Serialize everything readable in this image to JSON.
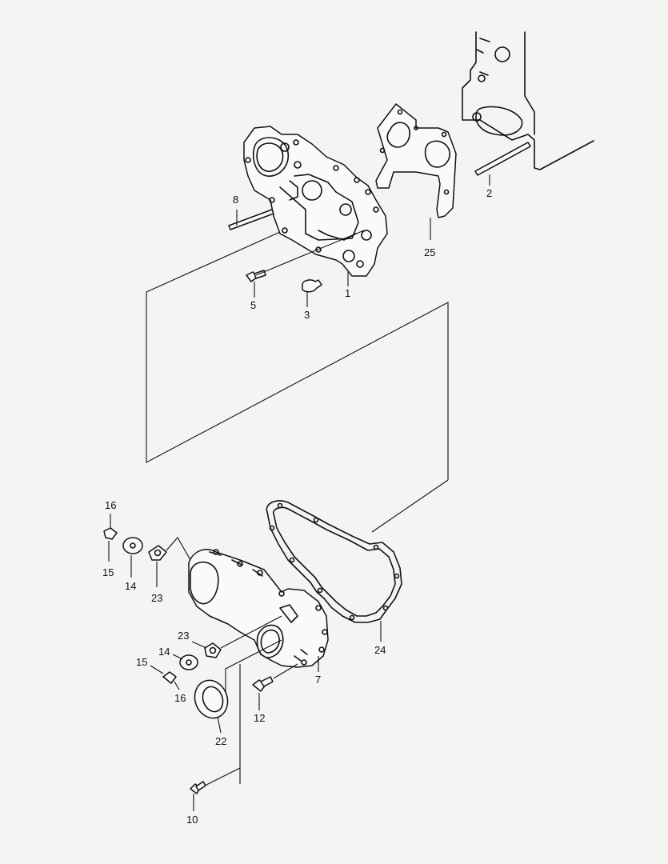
{
  "callouts": [
    {
      "id": "c1",
      "label": "1"
    },
    {
      "id": "c2",
      "label": "2"
    },
    {
      "id": "c3",
      "label": "3"
    },
    {
      "id": "c5",
      "label": "5"
    },
    {
      "id": "c7",
      "label": "7"
    },
    {
      "id": "c8",
      "label": "8"
    },
    {
      "id": "c10",
      "label": "10"
    },
    {
      "id": "c12",
      "label": "12"
    },
    {
      "id": "c14a",
      "label": "14"
    },
    {
      "id": "c14b",
      "label": "14"
    },
    {
      "id": "c15a",
      "label": "15"
    },
    {
      "id": "c15b",
      "label": "15"
    },
    {
      "id": "c16a",
      "label": "16"
    },
    {
      "id": "c16b",
      "label": "16"
    },
    {
      "id": "c22",
      "label": "22"
    },
    {
      "id": "c23a",
      "label": "23"
    },
    {
      "id": "c23b",
      "label": "23"
    },
    {
      "id": "c24",
      "label": "24"
    },
    {
      "id": "c25",
      "label": "25"
    }
  ]
}
